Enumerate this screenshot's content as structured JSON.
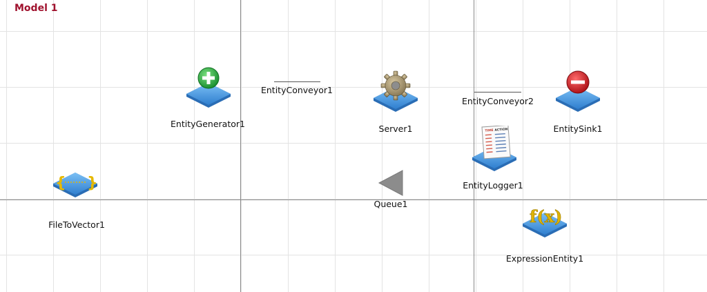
{
  "model": {
    "title": "Model 1"
  },
  "colors": {
    "title": "#a0122e",
    "pad": "#3a8fd8",
    "generator": "#1fa83a",
    "sink": "#d4141c",
    "queue": "#8c8c8c",
    "expression": "#e0b400",
    "file": "#e6b800"
  },
  "objects": {
    "entity_generator": {
      "label": "EntityGenerator1",
      "icon": "plus-icon"
    },
    "entity_conveyor_1": {
      "label": "EntityConveyor1"
    },
    "server": {
      "label": "Server1",
      "icon": "gear-icon"
    },
    "entity_conveyor_2": {
      "label": "EntityConveyor2"
    },
    "entity_sink": {
      "label": "EntitySink1",
      "icon": "minus-icon"
    },
    "entity_logger": {
      "label": "EntityLogger1",
      "icon": "log-sheet-icon",
      "sheet_headers": [
        "TIME",
        "ACTION"
      ]
    },
    "queue": {
      "label": "Queue1",
      "icon": "triangle-left-icon"
    },
    "file_to_vector": {
      "label": "FileToVector1",
      "icon": "braces-icon"
    },
    "expression_entity": {
      "label": "ExpressionEntity1",
      "icon": "fx-icon",
      "glyph": "f(x)"
    }
  }
}
